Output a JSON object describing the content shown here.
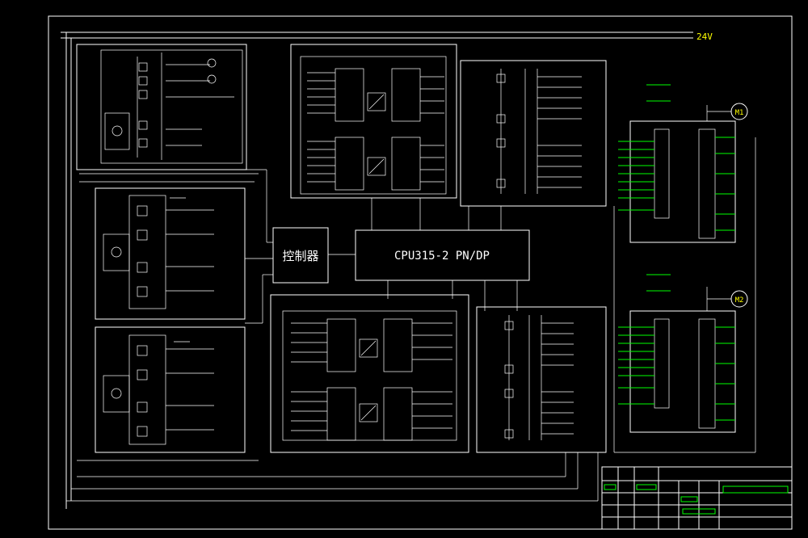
{
  "cpu": {
    "label": "CPU315-2 PN/DP"
  },
  "controller": {
    "label": "控制器"
  },
  "power": {
    "label": "24V"
  },
  "motors": [
    {
      "label": "M1"
    },
    {
      "label": "M2"
    }
  ],
  "colors": {
    "background": "#000000",
    "lines": "#ffffff",
    "labels": "#00ff00",
    "title_block": "#00ff00"
  }
}
